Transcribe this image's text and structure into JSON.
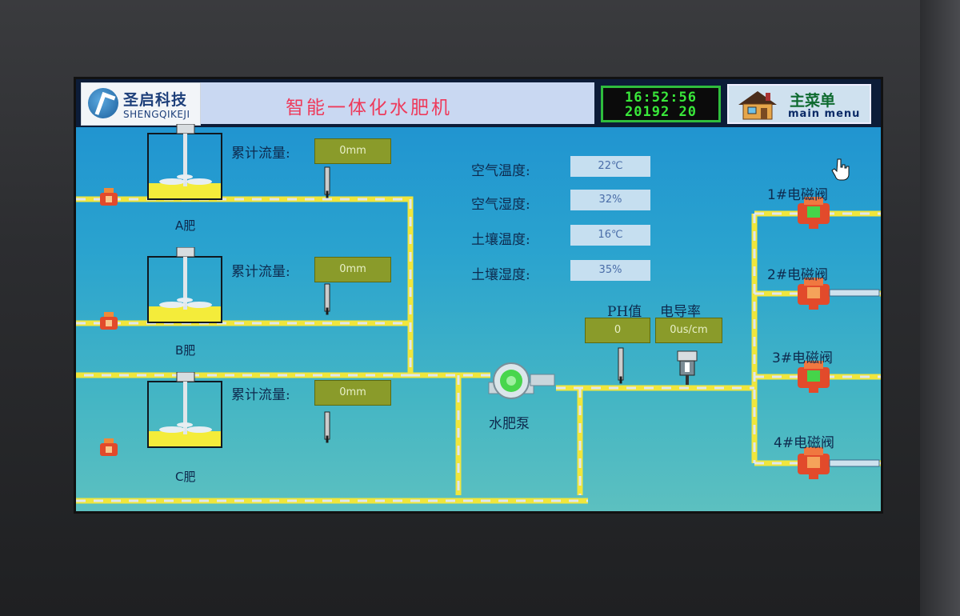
{
  "header": {
    "logo_cn": "圣启科技",
    "logo_en": "SHENGQIKEJI",
    "title": "智能一体化水肥机",
    "clock_time": "16:52:56",
    "clock_date": "20192  20",
    "menu_cn": "主菜单",
    "menu_en": "main menu"
  },
  "tanks": [
    {
      "name": "A肥",
      "flow_label": "累计流量:",
      "flow_value": "0mm"
    },
    {
      "name": "B肥",
      "flow_label": "累计流量:",
      "flow_value": "0mm"
    },
    {
      "name": "C肥",
      "flow_label": "累计流量:",
      "flow_value": "0mm"
    }
  ],
  "sensors": [
    {
      "label": "空气温度:",
      "value": "22℃"
    },
    {
      "label": "空气湿度:",
      "value": "32%"
    },
    {
      "label": "土壤温度:",
      "value": "16℃"
    },
    {
      "label": "土壤湿度:",
      "value": "35%"
    }
  ],
  "ph": {
    "label": "PH值",
    "value": "0"
  },
  "conductivity": {
    "label": "电导率",
    "value": "0us/cm"
  },
  "pump": {
    "label": "水肥泵"
  },
  "valves": [
    {
      "label": "1#电磁阀"
    },
    {
      "label": "2#电磁阀"
    },
    {
      "label": "3#电磁阀"
    },
    {
      "label": "4#电磁阀"
    }
  ],
  "colors": {
    "pipe": "#f0e63c",
    "pipe_dash": "#dfe7ef",
    "title": "#ee3a5b",
    "clock": "#39e83a",
    "value_box": "#8a9b2a"
  }
}
